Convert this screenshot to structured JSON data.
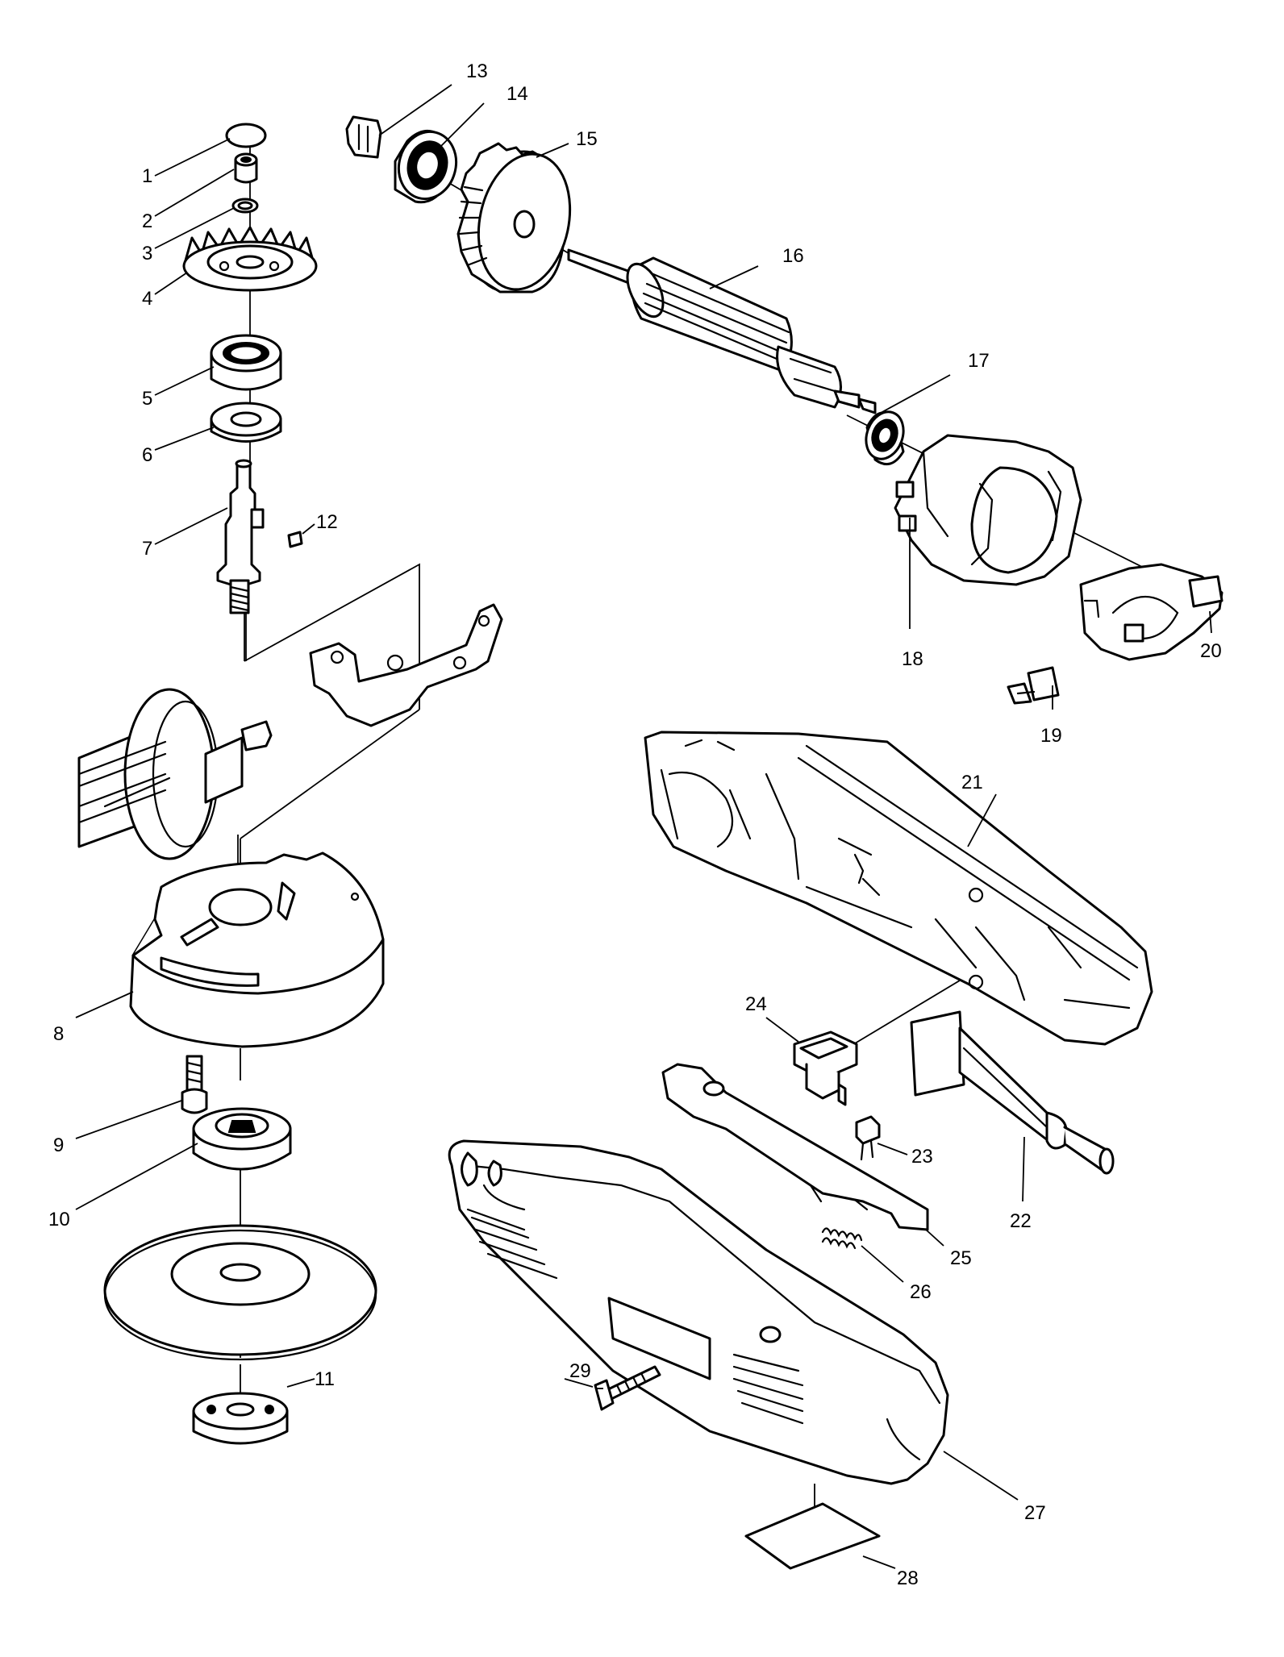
{
  "diagram": {
    "type": "exploded-parts-diagram",
    "callouts": [
      {
        "id": "p1",
        "label": "1"
      },
      {
        "id": "p2",
        "label": "2"
      },
      {
        "id": "p3",
        "label": "3"
      },
      {
        "id": "p4",
        "label": "4"
      },
      {
        "id": "p5",
        "label": "5"
      },
      {
        "id": "p6",
        "label": "6"
      },
      {
        "id": "p7",
        "label": "7"
      },
      {
        "id": "p8",
        "label": "8"
      },
      {
        "id": "p9",
        "label": "9"
      },
      {
        "id": "p10",
        "label": "10"
      },
      {
        "id": "p11",
        "label": "11"
      },
      {
        "id": "p12",
        "label": "12"
      },
      {
        "id": "p13",
        "label": "13"
      },
      {
        "id": "p14",
        "label": "14"
      },
      {
        "id": "p15",
        "label": "15"
      },
      {
        "id": "p16",
        "label": "16"
      },
      {
        "id": "p17",
        "label": "17"
      },
      {
        "id": "p18",
        "label": "18"
      },
      {
        "id": "p19",
        "label": "19"
      },
      {
        "id": "p20",
        "label": "20"
      },
      {
        "id": "p21",
        "label": "21"
      },
      {
        "id": "p22",
        "label": "22"
      },
      {
        "id": "p23",
        "label": "23"
      },
      {
        "id": "p24",
        "label": "24"
      },
      {
        "id": "p25",
        "label": "25"
      },
      {
        "id": "p26",
        "label": "26"
      },
      {
        "id": "p27",
        "label": "27"
      },
      {
        "id": "p28",
        "label": "28"
      },
      {
        "id": "p29",
        "label": "29"
      }
    ]
  },
  "colors": {
    "line": "#000000",
    "background": "#ffffff"
  }
}
